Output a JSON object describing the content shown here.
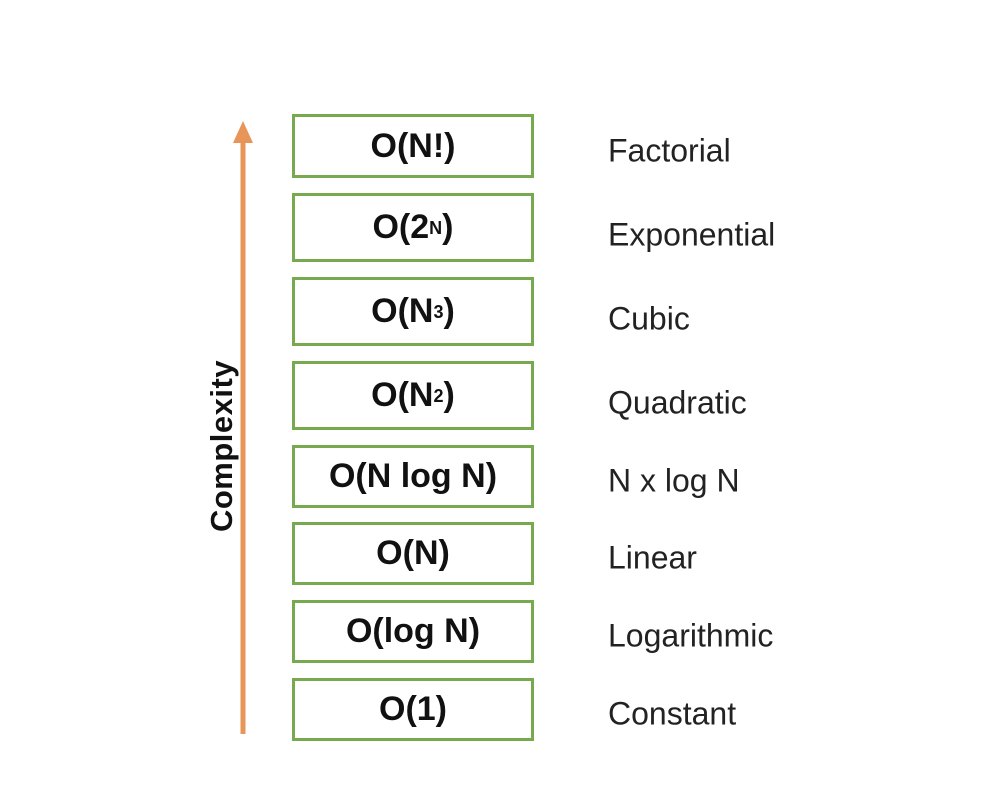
{
  "axis": {
    "label": "Complexity",
    "arrow_color": "#e8955a"
  },
  "box_border_color": "#77a94f",
  "rows": [
    {
      "pre": "O(N!)",
      "sup": "",
      "post": "",
      "name": "Factorial"
    },
    {
      "pre": "O(2",
      "sup": "N",
      "post": ")",
      "name": "Exponential"
    },
    {
      "pre": "O(N",
      "sup": "3",
      "post": ")",
      "name": "Cubic"
    },
    {
      "pre": "O(N",
      "sup": "2",
      "post": ")",
      "name": "Quadratic"
    },
    {
      "pre": "O(N log N)",
      "sup": "",
      "post": "",
      "name": "N x log N"
    },
    {
      "pre": "O(N)",
      "sup": "",
      "post": "",
      "name": "Linear"
    },
    {
      "pre": "O(log N)",
      "sup": "",
      "post": "",
      "name": "Logarithmic"
    },
    {
      "pre": "O(1)",
      "sup": "",
      "post": "",
      "name": "Constant"
    }
  ]
}
